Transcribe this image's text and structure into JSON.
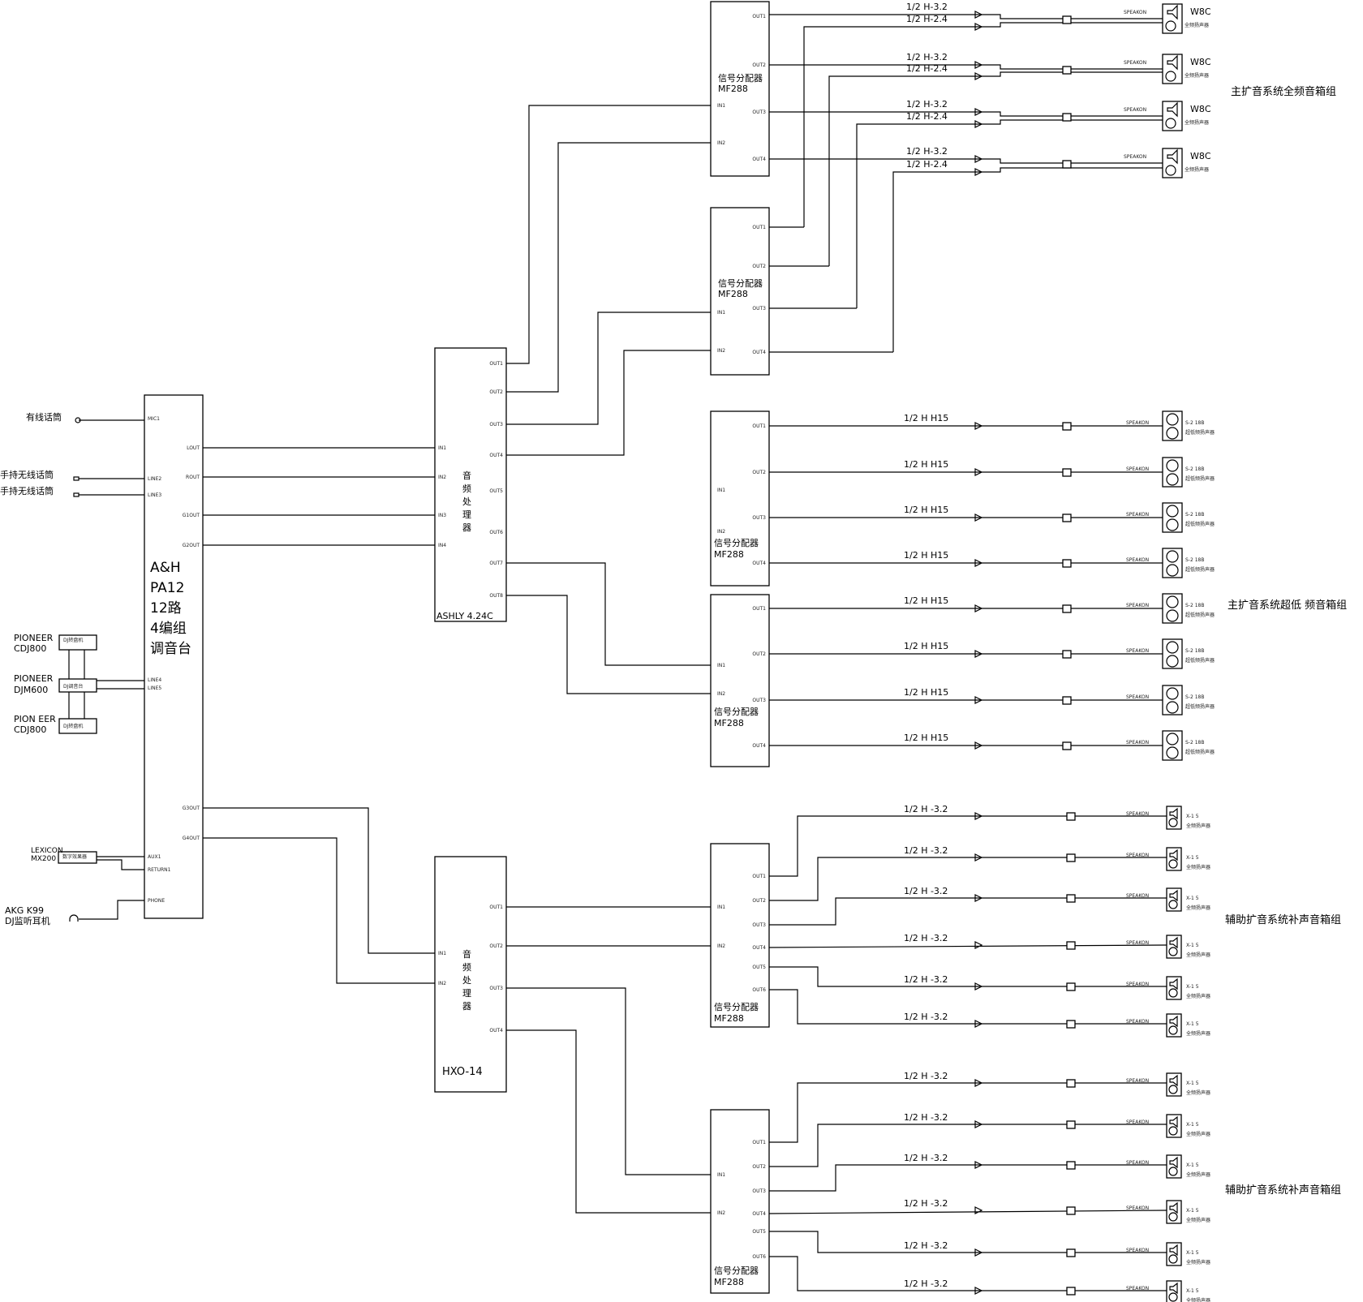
{
  "inputs": {
    "wired_mic": "有线话筒",
    "wireless_mic_1": "手持无线话筒",
    "wireless_mic_2": "手持无线话筒",
    "pioneer_cdj_a_1": "PIONEER",
    "pioneer_cdj_a_2": "CDJ800",
    "pioneer_djm_1": "PIONEER",
    "pioneer_djm_2": "DJM600",
    "pioneer_cdj_b_1": "PION EER",
    "pioneer_cdj_b_2": "CDJ800",
    "cd_box_label": "DJ转盘机",
    "djm_box_label": "DJ调音台",
    "lexicon_1": "LEXICON",
    "lexicon_2": "MX200",
    "lexicon_box_label": "数字效果器",
    "akg_1": "AKG K99",
    "akg_2": "DJ监听耳机"
  },
  "mixer": {
    "line1": "A&H",
    "line2": "PA12",
    "line3": "12路",
    "line4": "4编组",
    "line5": "调音台",
    "in_labels": [
      "MIC1",
      "LINE2",
      "LINE3",
      "LINE4",
      "LINE5",
      "AUX1",
      "RETURN1",
      "PHONE"
    ],
    "out_labels": [
      "LOUT",
      "ROUT",
      "G1OUT",
      "G2OUT",
      "G3OUT",
      "G4OUT"
    ]
  },
  "processors": {
    "ashly_text": "音频处理器",
    "ashly_model": "ASHLY 4.24C",
    "hxo_text": "音频处理器",
    "hxo_model": "HXO-14",
    "ashly_in_labels": [
      "IN1",
      "IN2",
      "IN3",
      "IN4"
    ],
    "ashly_out_labels": [
      "OUT1",
      "OUT2",
      "OUT3",
      "OUT4",
      "OUT5",
      "OUT6",
      "OUT7",
      "OUT8"
    ],
    "hxo_in_labels": [
      "IN1",
      "IN2"
    ],
    "hxo_out_labels": [
      "OUT1",
      "OUT2",
      "OUT3",
      "OUT4"
    ]
  },
  "distributors": {
    "d1_name_1": "信号分配器",
    "d1_name_2": "MF288",
    "d2_name_1": "信号分配器",
    "d2_name_2": "MF288",
    "d3_name_1": "信号分配器",
    "d3_name_2": "MF288",
    "d4_name_1": "信号分配器",
    "d4_name_2": "MF288",
    "d5_name_1": "信号分配器",
    "d5_name_2": "MF288",
    "d6_name_1": "信号分配器",
    "d6_name_2": "MF288",
    "in_labels": [
      "IN1",
      "IN2"
    ],
    "out_labels": [
      "OUT1",
      "OUT2",
      "OUT3",
      "OUT4",
      "OUT5",
      "OUT6"
    ]
  },
  "cables": {
    "h32": "1/2 H-3.2",
    "h24": "1/2 H-2.4",
    "hh15": "1/2 H H15",
    "h32b": "1/2 H -3.2"
  },
  "speakers": {
    "w8c_model": "W8C",
    "w8c_desc": "全频扬声器",
    "s218_model": "S-2 18B",
    "s218_desc": "超低频扬声器",
    "x15_model": "X-1 5",
    "x15_desc": "全频扬声器",
    "terminal_label": "SPEAKON"
  },
  "groups": {
    "main_full": "主扩音系统全频音箱组",
    "main_sub": "主扩音系统超低 频音箱组",
    "aux_1": "辅助扩音系统补声音箱组",
    "aux_2": "辅助扩音系统补声音箱组"
  }
}
